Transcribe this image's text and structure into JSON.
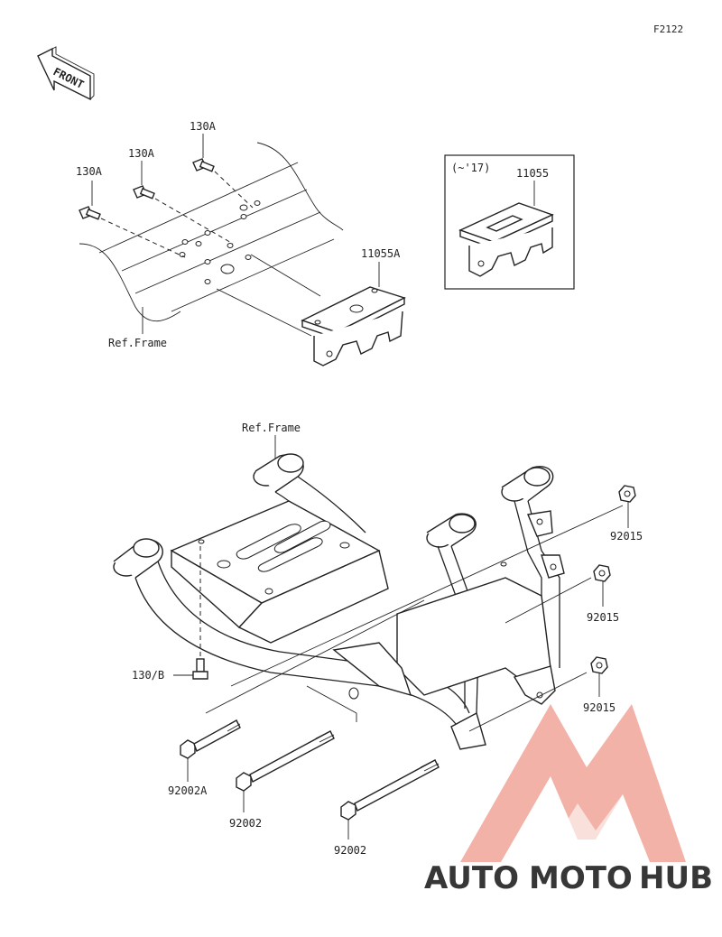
{
  "figure_code": "F2122",
  "front_label": "FRONT",
  "inset_period": "(~'17)",
  "watermark": {
    "auto": "AUTO",
    "moto": "MOTO",
    "hub": "HUB",
    "color_primary": "#f2aa9e",
    "color_secondary": "#f5c58a",
    "color_hub": "#8a8a8a"
  },
  "labels": {
    "bolt_130a_1": "130A",
    "bolt_130a_2": "130A",
    "bolt_130a_3": "130A",
    "part_11055": "11055",
    "part_11055a": "11055A",
    "ref_frame_top": "Ref.Frame",
    "ref_frame_bottom": "Ref.Frame",
    "bolt_130b": "130/B",
    "nut_92015_1": "92015",
    "nut_92015_2": "92015",
    "nut_92015_3": "92015",
    "bolt_92002a": "92002A",
    "bolt_92002_1": "92002",
    "bolt_92002_2": "92002"
  }
}
